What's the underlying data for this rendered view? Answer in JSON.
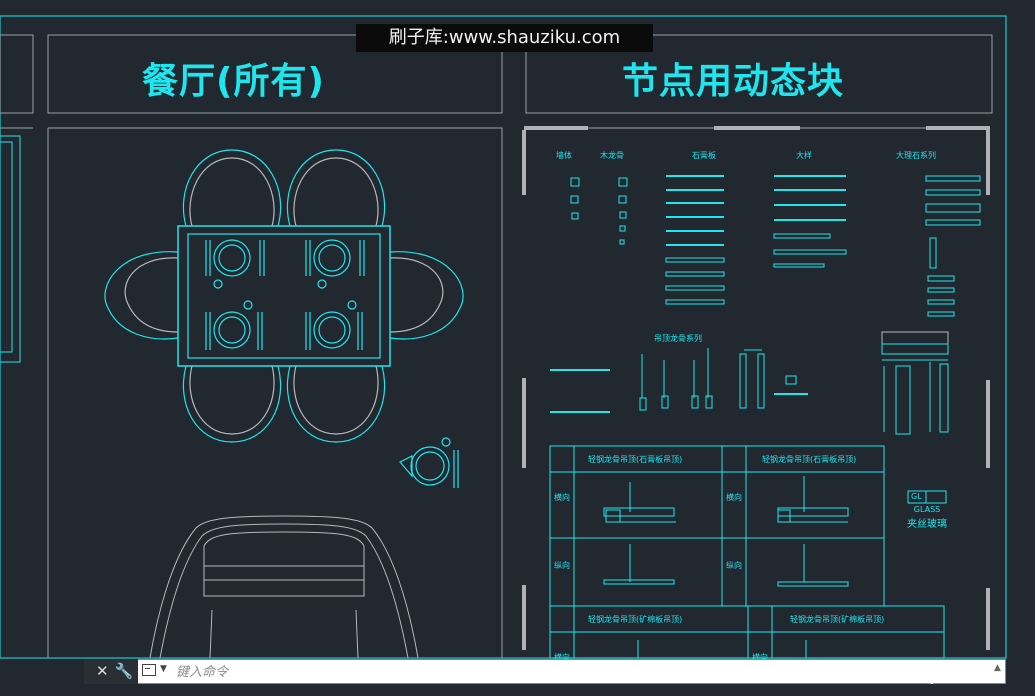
{
  "watermark": "刷子库:www.shauziku.com",
  "titles": {
    "left": "餐厅(所有)",
    "right": "节点用动态块"
  },
  "glass": {
    "code": "GL",
    "label_en": "GLASS",
    "label_cn": "夹丝玻璃"
  },
  "details": {
    "row1_titles": [
      "轻钢龙骨吊顶(石膏板吊顶)",
      "轻钢龙骨吊顶(石膏板吊顶)"
    ],
    "row2_titles": [
      "轻钢龙骨吊顶(矿棉板吊顶)",
      "轻钢龙骨吊顶(矿棉板吊顶)"
    ],
    "side_labels": [
      "横向",
      "纵向",
      "横向",
      "纵向",
      "横向",
      "横向"
    ],
    "section_title": "吊顶龙骨系列",
    "column_heads": [
      "墙体",
      "木龙骨",
      "石膏板",
      "大样",
      "大理石系列"
    ]
  },
  "command_line": {
    "placeholder": "键入命令",
    "close_label": "✕",
    "settings_label": "🔧"
  },
  "colors": {
    "background": "#212830",
    "cad_cyan": "#1ee6ee",
    "cad_gray": "#b5b8bc"
  }
}
